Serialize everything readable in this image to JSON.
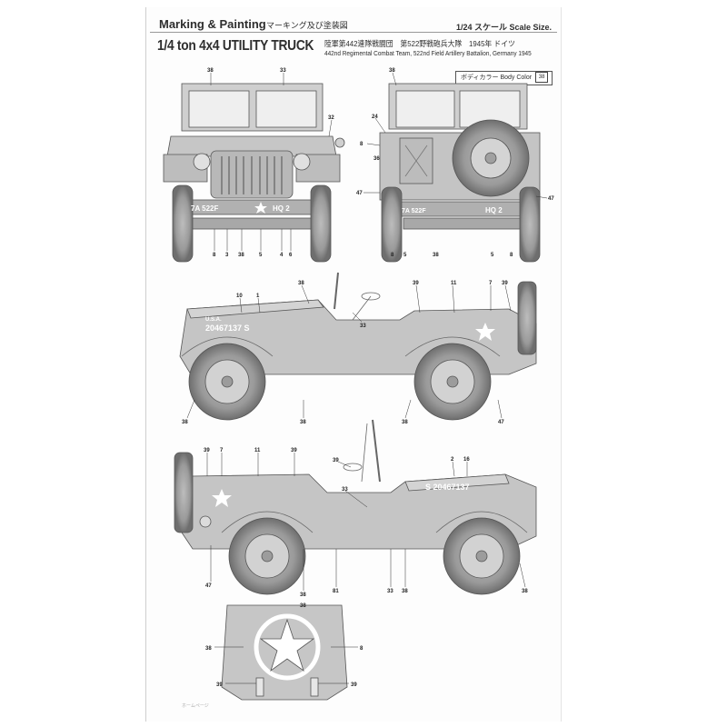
{
  "header": {
    "section_title": "Marking & Painting",
    "section_title_jp": "マーキング及び塗装図",
    "scale": "1/24 スケール Scale Size."
  },
  "vehicle": {
    "title": "1/4 ton 4x4 UTILITY TRUCK",
    "unit_jp": "陸軍第442連隊戦闘団　第522野戦砲兵大隊　1945年 ドイツ",
    "unit_en_1": "442nd Regimental Combat Team, 522nd Field Artillery Battalion, Germany 1945",
    "body_color_label": "ボディカラー Body Color",
    "body_color_code": "38"
  },
  "markings": {
    "front_bumper_left": "7A   522F",
    "front_bumper_right": "HQ 2",
    "rear_bumper_left": "7A   522F",
    "rear_bumper_right": "HQ 2",
    "hood_serial_left": "20467137 S",
    "hood_serial_right": "S 20467137",
    "hood_small": "U.S.A."
  },
  "callouts": {
    "front": [
      "38",
      "33",
      "32",
      "8",
      "3",
      "38",
      "5",
      "4",
      "6"
    ],
    "rear": [
      "38",
      "24",
      "8",
      "36",
      "47",
      "47",
      "8",
      "5",
      "38",
      "5",
      "8"
    ],
    "left_side": [
      "10",
      "1",
      "38",
      "33",
      "39",
      "11",
      "7",
      "39",
      "38",
      "38",
      "38",
      "47"
    ],
    "right_side": [
      "39",
      "7",
      "11",
      "39",
      "39",
      "33",
      "2",
      "16",
      "47",
      "38",
      "38",
      "81",
      "33",
      "38",
      "38"
    ],
    "hood_top": [
      "38",
      "8",
      "39",
      "39"
    ]
  },
  "footer": {
    "note": "ホームページ"
  }
}
